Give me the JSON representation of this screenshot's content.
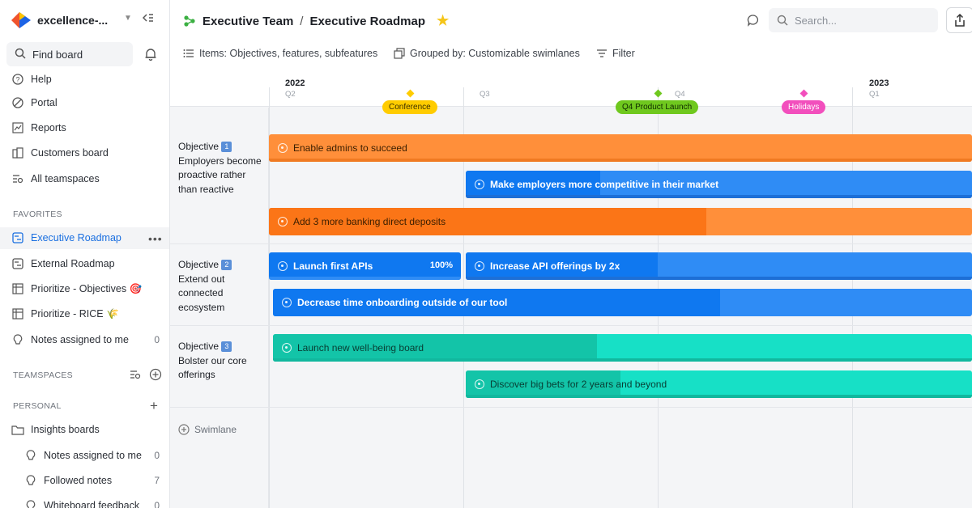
{
  "workspace": {
    "name": "excellence-..."
  },
  "sidebar": {
    "find_board": "Find board",
    "nav": [
      {
        "label": "Help",
        "icon": "help-icon"
      },
      {
        "label": "Portal",
        "icon": "portal-icon"
      },
      {
        "label": "Reports",
        "icon": "reports-icon"
      },
      {
        "label": "Customers board",
        "icon": "customers-board-icon"
      },
      {
        "label": "All teamspaces",
        "icon": "teamspaces-icon"
      }
    ],
    "favorites_label": "FAVORITES",
    "favorites": [
      {
        "label": "Executive Roadmap",
        "active": true
      },
      {
        "label": "External Roadmap"
      },
      {
        "label": "Prioritize - Objectives 🎯"
      },
      {
        "label": "Prioritize - RICE 🌾"
      },
      {
        "label": "Notes assigned to me",
        "count": "0"
      }
    ],
    "teamspaces_label": "TEAMSPACES",
    "personal_label": "PERSONAL",
    "personal": [
      {
        "label": "Insights boards"
      },
      {
        "label": "Notes assigned to me",
        "count": "0"
      },
      {
        "label": "Followed notes",
        "count": "7"
      },
      {
        "label": "Whiteboard feedback",
        "count": "0"
      }
    ]
  },
  "header": {
    "team": "Executive Team",
    "separator": "/",
    "board": "Executive Roadmap",
    "search_placeholder": "Search..."
  },
  "toolbar": {
    "items": "Items: Objectives, features, subfeatures",
    "grouped": "Grouped by: Customizable swimlanes",
    "filter": "Filter"
  },
  "timeline": {
    "years": [
      "2022",
      "2023"
    ],
    "quarters": [
      "Q2",
      "Q3",
      "Q4",
      "Q1"
    ],
    "milestones": [
      {
        "label": "Conference",
        "color": "#ffcc00"
      },
      {
        "label": "Q4 Product Launch",
        "color": "#6fc81e"
      },
      {
        "label": "Holidays",
        "color": "#f24fbd"
      }
    ],
    "lanes": [
      {
        "title": "Objective",
        "num": "1",
        "desc": "Employers become proactive rather than reactive"
      },
      {
        "title": "Objective",
        "num": "2",
        "desc": "Extend out connected ecosystem"
      },
      {
        "title": "Objective",
        "num": "3",
        "desc": "Bolster our core offerings"
      }
    ],
    "add_swimlane": "Swimlane",
    "bars": [
      {
        "label": "Enable admins to succeed",
        "color": "#ff8f3a"
      },
      {
        "label": "Make employers more competitive in their market",
        "color": "#2f8cf5"
      },
      {
        "label": "Add 3 more banking direct deposits",
        "color": "#ff8f3a"
      },
      {
        "label": "Launch first APIs",
        "pct": "100%",
        "color": "#0f78f0"
      },
      {
        "label": "Increase API offerings by 2x",
        "color": "#2f8cf5"
      },
      {
        "label": "Decrease time onboarding outside of our tool",
        "color": "#2f8cf5"
      },
      {
        "label": "Launch new well-being board",
        "color": "#17e0c6"
      },
      {
        "label": "Discover big bets for 2 years and beyond",
        "color": "#17e0c6"
      }
    ]
  }
}
